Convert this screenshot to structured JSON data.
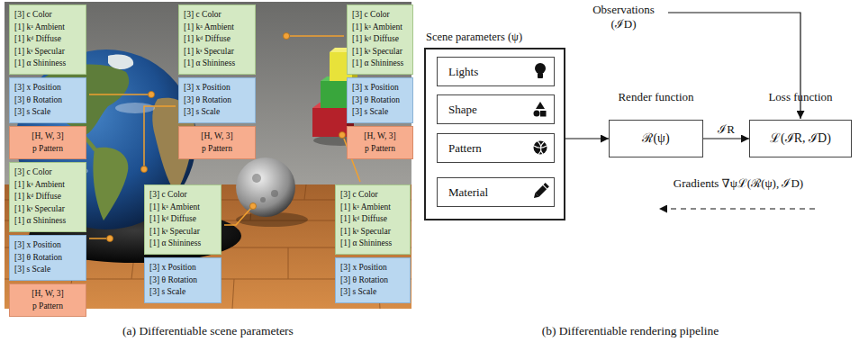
{
  "diagram": {
    "nodes": [
      {
        "text": [
          "[3] c Color",
          "[1] kᵃ Ambient",
          "[1] kᵈ Diffuse",
          "[1] kˢ Specular",
          "[1] α Shininess"
        ]
      },
      {
        "text": [
          "[3] x Position",
          "[3] θ Rotation",
          "[3] s Scale"
        ]
      },
      {
        "text": [
          "[H, W, 3]",
          "p Pattern"
        ]
      },
      {
        "text": [
          "[3] c Color",
          "[1] kᵃ Ambient",
          "[1] kᵈ Diffuse",
          "[1] kˢ Specular",
          "[1] α Shininess"
        ]
      },
      {
        "text": [
          "[3] x Position",
          "[3] θ Rotation",
          "[3] s Scale"
        ]
      },
      {
        "text": [
          "[H, W, 3]",
          "p Pattern"
        ]
      },
      {
        "text": [
          "[3] c Color",
          "[1] kᵃ Ambient",
          "[1] kᵈ Diffuse",
          "[1] kˢ Specular",
          "[1] α Shininess"
        ]
      },
      {
        "text": [
          "[3] x Position",
          "[3] θ Rotation",
          "[3] s Scale"
        ]
      },
      {
        "text": [
          "[H, W, 3]",
          "p Pattern"
        ]
      },
      {
        "text": [
          "[3] c Color",
          "[1] kᵃ Ambient",
          "[1] kᵈ Diffuse",
          "[1] kˢ Specular",
          "[1] α Shininess"
        ]
      },
      {
        "text": [
          "[3] x Position",
          "[3] θ Rotation",
          "[3] s Scale"
        ]
      },
      {
        "text": [
          "[H, W, 3]",
          "p Pattern"
        ]
      },
      {
        "text": [
          "[3] c Color",
          "[1] kᵃ Ambient",
          "[1] kᵈ Diffuse",
          "[1] kˢ Specular",
          "[1] α Shininess"
        ]
      },
      {
        "text": [
          "[3] x Position",
          "[3] θ Rotation",
          "[3] s Scale"
        ]
      },
      {
        "text": [
          "[3] c Color",
          "[1] kᵃ Ambient",
          "[1] kᵈ Diffuse",
          "[1] kˢ Specular",
          "[1] α Shininess"
        ]
      },
      {
        "text": [
          "[3] x Position",
          "[3] θ Rotation",
          "[3] s Scale"
        ]
      },
      {
        "text": [
          "Scene parameters (ψ)"
        ]
      },
      {
        "text": [
          "Lights"
        ],
        "in": 16
      },
      {
        "text": [
          "Shape"
        ],
        "in": 16
      },
      {
        "text": [
          "Pattern"
        ],
        "in": 16
      },
      {
        "text": [
          "Material"
        ],
        "in": 16
      },
      {
        "text": [
          "Render function",
          "ℛ(ψ)"
        ]
      },
      {
        "text": [
          "Loss function",
          "ℒ(ℐR, ℐD)"
        ]
      }
    ],
    "edges": [
      {
        "from": 16,
        "to": 21,
        "arrow": "to"
      },
      {
        "from": 21,
        "to": 22,
        "arrow": "to",
        "label": "ℐR"
      }
    ],
    "labels": [
      "Observations (ℐD)",
      "Gradients ∇ψℒ(ℛ(ψ), ℐD)",
      "(a) Differentiable scene parameters",
      "(b) Differentiable rendering pipeline"
    ]
  }
}
